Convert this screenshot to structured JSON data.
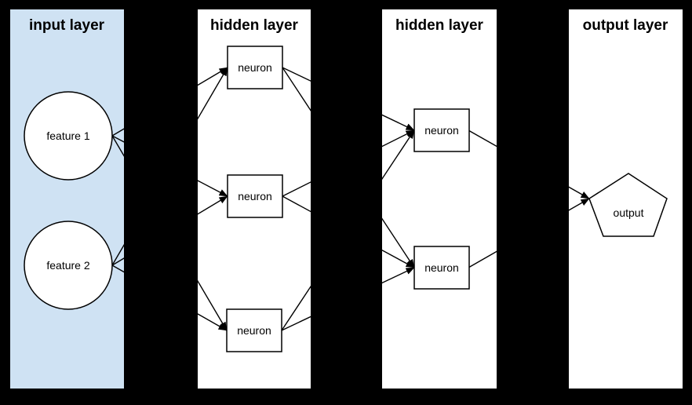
{
  "diagram": {
    "background_color": "#000000",
    "line_color": "#000000",
    "shape_fill_color": "#ffffff",
    "layers": [
      {
        "title": "input layer",
        "bg": "#cfe2f3"
      },
      {
        "title": "hidden layer",
        "bg": "#ffffff"
      },
      {
        "title": "hidden layer",
        "bg": "#ffffff"
      },
      {
        "title": "output layer",
        "bg": "#ffffff"
      }
    ],
    "nodes": [
      {
        "id": "feature-1",
        "label": "feature 1",
        "shape": "circle",
        "layer": "input layer"
      },
      {
        "id": "feature-2",
        "label": "feature 2",
        "shape": "circle",
        "layer": "input layer"
      },
      {
        "id": "h1-neuron-1",
        "label": "neuron",
        "shape": "rectangle",
        "layer": "hidden layer 1"
      },
      {
        "id": "h1-neuron-2",
        "label": "neuron",
        "shape": "rectangle",
        "layer": "hidden layer 1"
      },
      {
        "id": "h1-neuron-3",
        "label": "neuron",
        "shape": "rectangle",
        "layer": "hidden layer 1"
      },
      {
        "id": "h2-neuron-1",
        "label": "neuron",
        "shape": "rectangle",
        "layer": "hidden layer 2"
      },
      {
        "id": "h2-neuron-2",
        "label": "neuron",
        "shape": "rectangle",
        "layer": "hidden layer 2"
      },
      {
        "id": "output",
        "label": "output",
        "shape": "pentagon",
        "layer": "output layer"
      }
    ],
    "connections": [
      "feature-1 -> h1-neuron-1",
      "feature-1 -> h1-neuron-2",
      "feature-1 -> h1-neuron-3",
      "feature-2 -> h1-neuron-1",
      "feature-2 -> h1-neuron-2",
      "feature-2 -> h1-neuron-3",
      "h1-neuron-1 -> h2-neuron-1",
      "h1-neuron-1 -> h2-neuron-2",
      "h1-neuron-2 -> h2-neuron-1",
      "h1-neuron-2 -> h2-neuron-2",
      "h1-neuron-3 -> h2-neuron-1",
      "h1-neuron-3 -> h2-neuron-2",
      "h2-neuron-1 -> output",
      "h2-neuron-2 -> output"
    ]
  }
}
